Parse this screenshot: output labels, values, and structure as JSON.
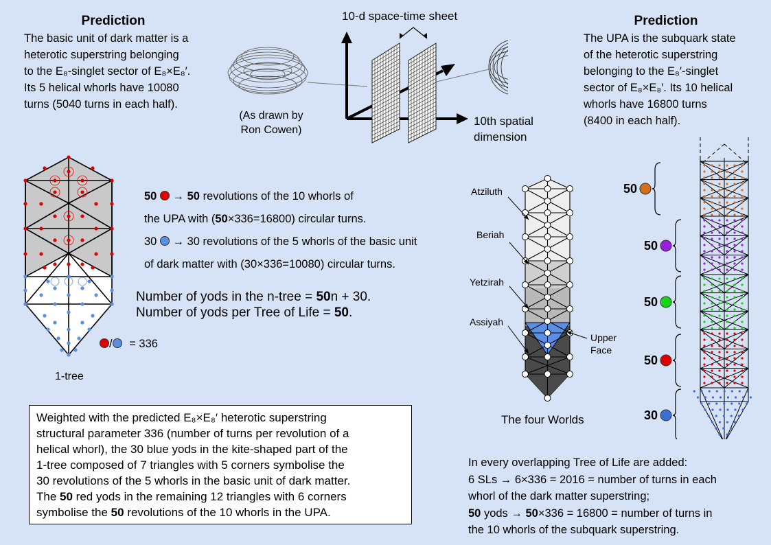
{
  "left_prediction": {
    "title": "Prediction",
    "lines": [
      "The basic unit of dark matter is a",
      "heterotic superstring belonging",
      "to the E₈-singlet sector of E₈×E₈′.",
      "Its 5 helical whorls have 10080",
      "turns (5040 turns in each half)."
    ]
  },
  "right_prediction": {
    "title": "Prediction",
    "lines": [
      "The UPA is the subquark state",
      "of the heterotic superstring",
      "belonging to the E₈′-singlet",
      "sector of E₈×E₈′. Its 10 helical",
      "whorls have 16800 turns",
      "(8400 in each half)."
    ]
  },
  "center_figure": {
    "sheet_label": "10-d space-time sheet",
    "drawn_by": [
      "(As drawn by",
      "Ron Cowen)"
    ],
    "axis_label": [
      "10th spatial",
      "dimension"
    ]
  },
  "legend": {
    "red_num": "50",
    "red_rest1": " → ",
    "red_num2": "50",
    "red_rest2": " revolutions of the 10 whorls of",
    "red_line2a": "the UPA with (",
    "red_line2b": "50",
    "red_line2c": "×336=16800) circular turns.",
    "blue_line1": "30 ● → 30 revolutions of the 5 whorls of the basic unit",
    "blue_num": "30",
    "blue_rest": " → 30 revolutions of the 5 whorls of the basic unit",
    "blue_line2": "of dark matter with (30×336=10080) circular turns."
  },
  "yods": {
    "line1a": "Number of yods in the n-tree = ",
    "line1b": "50",
    "line1c": "n + 30.",
    "line2a": "Number of yods per Tree of Life = ",
    "line2b": "50",
    "line2c": "."
  },
  "one_tree": {
    "label": "1-tree",
    "equals": "= 336",
    "slash": "/"
  },
  "worlds": {
    "caption": "The four Worlds",
    "labels": [
      "Atziluth",
      "Beriah",
      "Yetzirah",
      "Assiyah"
    ],
    "upper_face": [
      "Upper",
      "Face"
    ]
  },
  "tower": {
    "labels": [
      "50",
      "50",
      "50",
      "50",
      "30"
    ],
    "colors": [
      "#d4701c",
      "#9a1de0",
      "#12d612",
      "#e00000",
      "#3c6fd6"
    ]
  },
  "box_lines": [
    "Weighted with the predicted E₈×E₈′ heterotic superstring",
    "structural parameter 336 (number of turns per revolution of a",
    "helical whorl), the 30 blue yods in the kite-shaped part of the",
    "1-tree composed of 7 triangles with 5 corners symbolise the",
    "30 revolutions of the 5 whorls in the basic unit of dark matter.",
    "The |50| red yods in the remaining 12 triangles with 6 corners",
    "symbolise the |50| revolutions of the 10 whorls in the UPA."
  ],
  "bottom_right": {
    "line1": "In every overlapping Tree of Life are added:",
    "line2": "6 SLs → 6×336 = 2016 = number of turns in each",
    "line3": "whorl of the dark matter superstring;",
    "line4a": "50",
    "line4b": " yods → ",
    "line4c": "50",
    "line4d": "×336 = 16800 = number of turns in",
    "line5": "the 10 whorls of the subquark superstring."
  },
  "colors": {
    "background": "#d6e2f5",
    "red_yod": "#e00000",
    "blue_yod": "#5a8ee0",
    "grey_fill": "#cccccc",
    "upper_face": "#5b8fe6"
  }
}
